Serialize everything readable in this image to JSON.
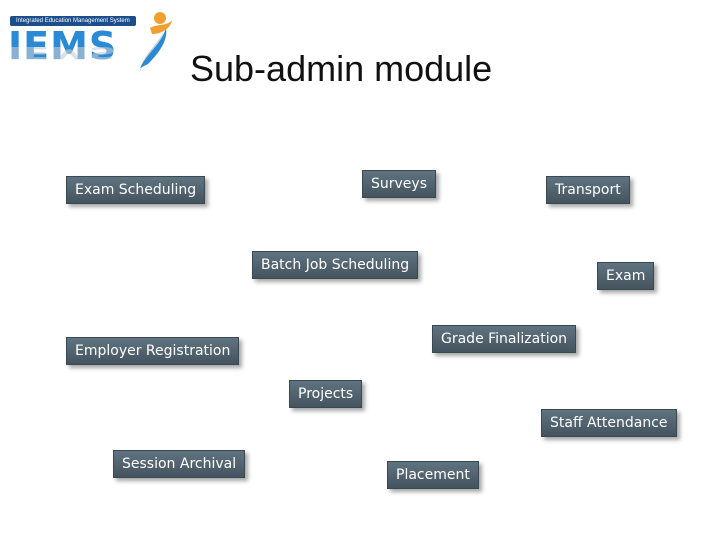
{
  "logo": {
    "banner": "Integrated Education Management System",
    "word": "IEMS"
  },
  "title": "Sub-admin module",
  "modules": {
    "exam_scheduling": "Exam Scheduling",
    "surveys": "Surveys",
    "transport": "Transport",
    "batch_job_scheduling": "Batch Job Scheduling",
    "exam": "Exam",
    "grade_finalization": "Grade Finalization",
    "employer_registration": "Employer Registration",
    "projects": "Projects",
    "staff_attendance": "Staff Attendance",
    "session_archival": "Session Archival",
    "placement": "Placement"
  },
  "colors": {
    "box_fill": "#4f606b",
    "logo_blue": "#2a8ad6",
    "logo_orange": "#f0a030"
  }
}
